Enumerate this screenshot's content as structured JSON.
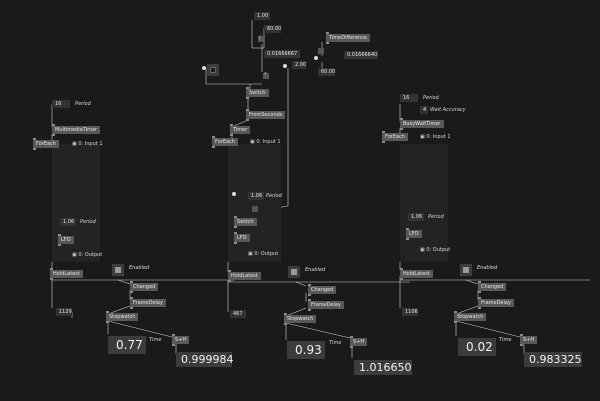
{
  "colors": {
    "background": "#1a1a1a",
    "node": "#585858",
    "io_box": "#333333",
    "value_box": "#3c3c3c",
    "region": "#232323",
    "wire": "#cfcfcf"
  },
  "left": {
    "period_value": "16",
    "period_label": "Period",
    "timer_node": "MultimediaTimer",
    "foreach": "ForEach",
    "input": "0: Input 1",
    "lfo_period_value": "1.06",
    "lfo_period_label": "Period",
    "lfo": "LFO",
    "output": "0: Output",
    "holdlatest": "HoldLatest",
    "enabled_label": "Enabled",
    "changed": "Changed",
    "framedelay": "FrameDelay",
    "count": "1129",
    "stopwatch": "Stopwatch",
    "time_value": "0.77",
    "time_label": "Time",
    "sh": "S+H",
    "result": "0.999984"
  },
  "middle": {
    "one": "1.00",
    "sixty_a": "60.00",
    "div": "/",
    "ratio": "0.01666667",
    "timediff": "TimeDifference",
    "diff_value": "0.01666640",
    "sixty_b": "60.00",
    "mult": "*",
    "two": "2.00",
    "switch": "Switch",
    "fromseconds": "FromSeconds",
    "timer": "Timer",
    "foreach": "ForEach",
    "input": "0: Input 1",
    "lfo_period_value": "1.06",
    "lfo_period_label": "Period",
    "switch2": "Switch",
    "lfo": "LFO",
    "output": "0: Output",
    "holdlatest": "HoldLatest",
    "enabled_label": "Enabled",
    "changed": "Changed",
    "framedelay": "FrameDelay",
    "count": "467",
    "stopwatch": "Stopwatch",
    "time_value": "0.93",
    "time_label": "Time",
    "sh": "S+H",
    "result": "1.016650"
  },
  "right": {
    "period_value": "16",
    "period_label": "Period",
    "wait_value": "4",
    "wait_label": "Wait Accuracy",
    "timer_node": "BusyWaitTimer",
    "foreach": "ForEach",
    "input": "0: Input 1",
    "lfo_period_value": "1.06",
    "lfo_period_label": "Period",
    "lfo": "LFO",
    "output": "0: Output",
    "holdlatest": "HoldLatest",
    "enabled_label": "Enabled",
    "changed": "Changed",
    "framedelay": "FrameDelay",
    "count": "1106",
    "stopwatch": "Stopwatch",
    "time_value": "0.02",
    "time_label": "Time",
    "sh": "S+H",
    "result": "0.983325"
  }
}
